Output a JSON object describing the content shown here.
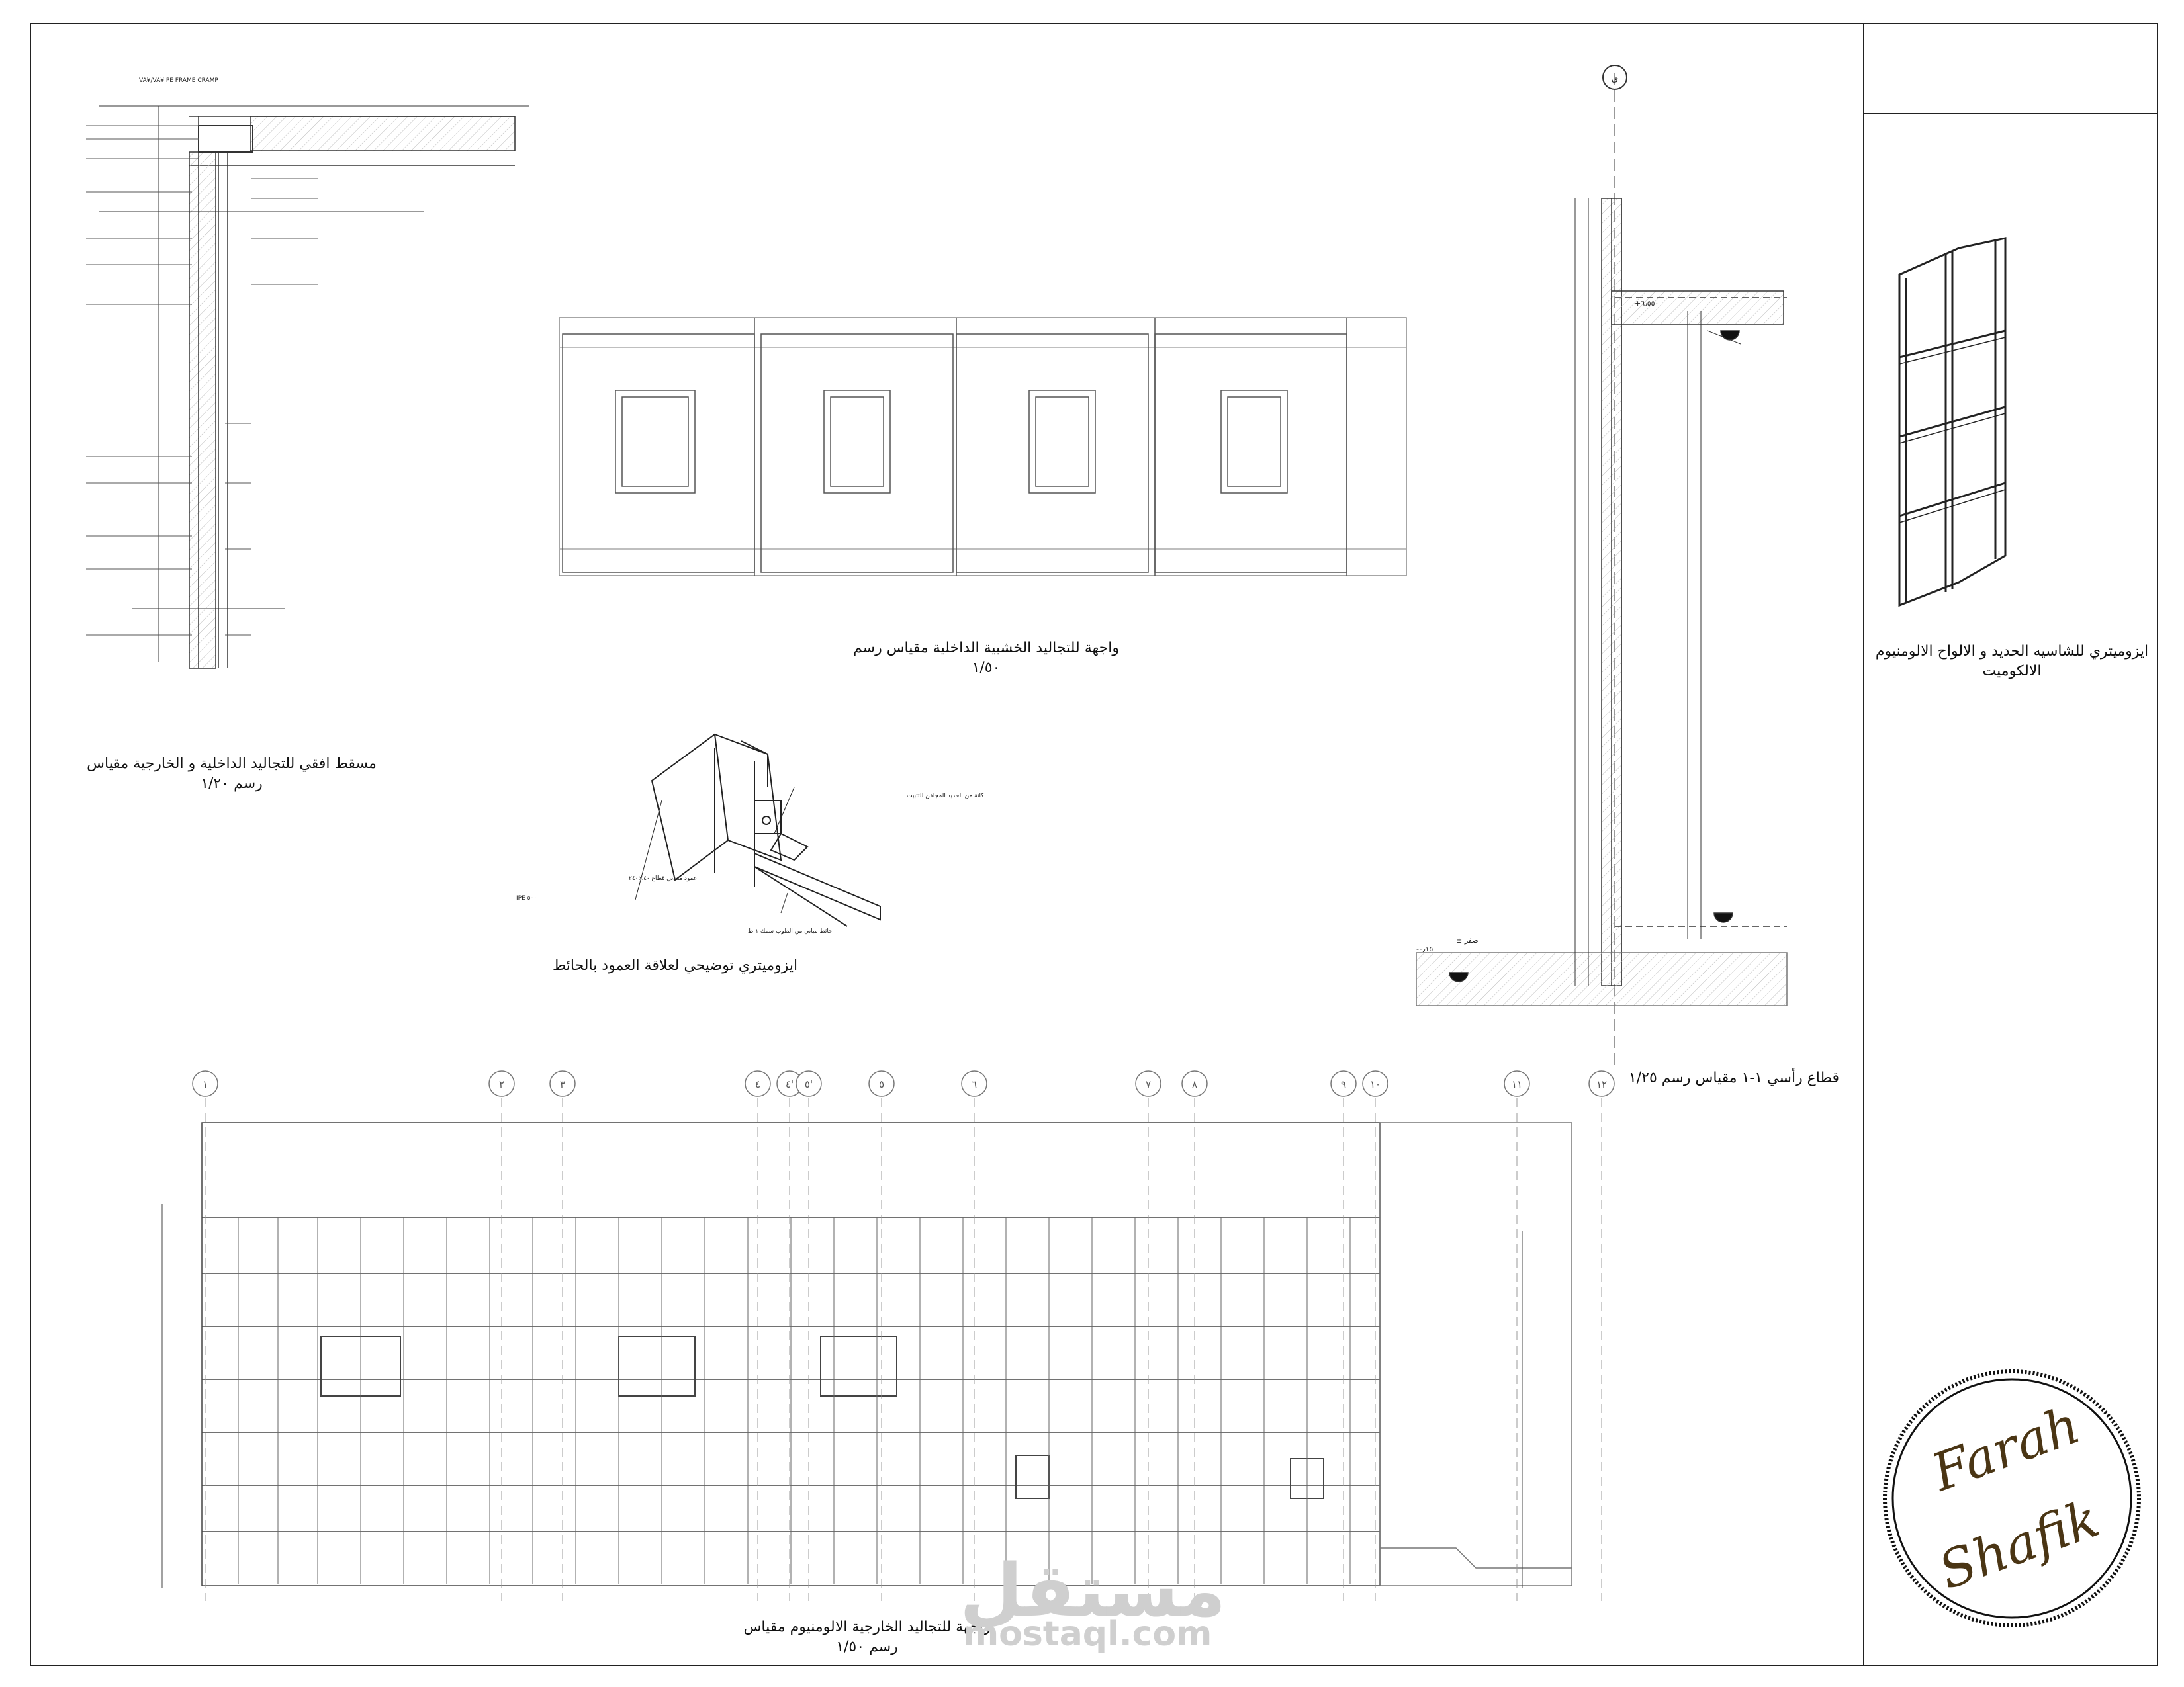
{
  "sheet": {
    "frame_cramp_label": "VA¥/VA¥ PE FRAME CRAMP",
    "section_marker": "ي",
    "level_top": "+٦٫٥٥٠",
    "level_zero": "± صفر",
    "level_bottom": "-٠٫١٥"
  },
  "titles": {
    "plan": [
      "مسقط افقي للتجاليد الداخلية و الخارجية مقياس",
      "رسم ١/٢٠"
    ],
    "wood_elevation": [
      "واجهة للتجاليد الخشبية الداخلية مقياس رسم",
      "١/٥٠"
    ],
    "column_iso": "ايزوميتري توضيحي لعلاقة العمود بالحائط",
    "vertical_section": "قطاع رأسي ١-١ مقياس رسم ١/٢٥",
    "frame_iso": [
      "ايزوميتري للشاسيه الحديد و الالواح الالومنيوم",
      "الالكوميت"
    ],
    "aluminum_elevation": [
      "واجهة للتجاليد الخارجية الالومنيوم مقياس",
      "رسم ١/٥٠"
    ]
  },
  "column_iso_notes": {
    "cladding": "كانة من الحديد المجلفن للتثبيت",
    "column": "عمود معدني قطاع ٤٠×٢٤٠",
    "ipe": "IPE ٥٠٠",
    "wall": "حائط مباني من الطوب سمك ١ ط"
  },
  "grid_labels": [
    "١",
    "٢",
    "٣",
    "٤",
    "٤'",
    "٥'",
    "٥",
    "٦",
    "٧",
    "٨",
    "٩",
    "١٠",
    "١١",
    "١٢"
  ],
  "watermark": {
    "arabic": "مستقل",
    "latin": "mostaql.com"
  },
  "logo_text": [
    "Farah",
    "Shafik"
  ],
  "colors": {
    "line": "#333333",
    "light": "#9a9a9a",
    "frame": "#222222"
  }
}
